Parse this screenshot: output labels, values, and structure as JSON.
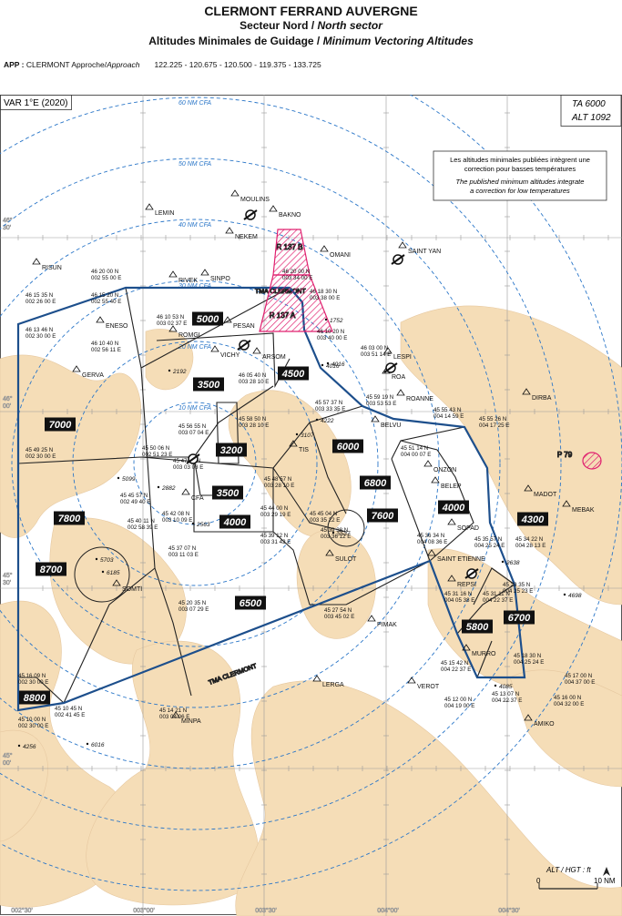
{
  "header": {
    "airport": "CLERMONT FERRAND AUVERGNE",
    "sector_fr": "Secteur Nord /",
    "sector_en": "North sector",
    "title_fr": "Altitudes Minimales de Guidage /",
    "title_en": "Minimum Vectoring Altitudes"
  },
  "app": {
    "label": "APP :",
    "name": "CLERMONT Approche/",
    "name_en": "Approach",
    "frequencies": "122.225 - 120.675 - 120.500 - 119.375 - 133.725"
  },
  "var": "VAR 1°E (2020)",
  "ta": "TA  6000",
  "alt": "ALT 1092",
  "note": {
    "fr1": "Les altitudes minimales publiées intègrent une",
    "fr2": "correction pour basses températures",
    "en1": "The published minimum altitudes integrate",
    "en2": "a correction for low temperatures"
  },
  "rings": [
    "10 NM CFA",
    "20 NM CFA",
    "30 NM CFA",
    "40 NM CFA",
    "50 NM CFA",
    "60 NM CFA"
  ],
  "mva": [
    "5000",
    "4500",
    "3500",
    "7000",
    "6000",
    "3200",
    "6800",
    "3500",
    "4000",
    "7600",
    "4000",
    "4300",
    "7800",
    "8700",
    "6500",
    "5800",
    "6700",
    "8800"
  ],
  "places": [
    "MOULINS",
    "BAKNO",
    "NEKEM",
    "LEMIN",
    "OMANI",
    "SAINT YAN",
    "RISUN",
    "RIVEK",
    "SINPO",
    "ENESO",
    "PESAN",
    "ROMGI",
    "VICHY",
    "ARSOM",
    "GERVA",
    "LESPI",
    "ROA",
    "ROANNE",
    "DIRBA",
    "BELVU",
    "TIS",
    "ONZON",
    "BELEP",
    "CFA",
    "MADOT",
    "MEBAK",
    "SOPAD",
    "SAINT ETIENNE",
    "REPSI",
    "SULOT",
    "SOMTI",
    "PIMAK",
    "MURRO",
    "LERGA",
    "VEROT",
    "MINPA",
    "AMIKO"
  ],
  "zones": [
    "R 137 B",
    "R 137 A",
    "P 79"
  ],
  "tma": "TMA CLERMONT",
  "coords": [
    "46 20 00 N\n002 55 00 E",
    "46 15 35 N\n002 26 00 E",
    "46 15 20 N\n002 55 40 E",
    "46 13 46 N\n002 30 00 E",
    "46 10 40 N\n002 56 11 E",
    "46 10 53 N\n003 02 37 E",
    "46 20 00 N\n003 34 00 E",
    "46 18 30 N\n003 38 00 E",
    "46 10 20 N\n003 40 00 E",
    "46 05 40 N\n003 28 10 E",
    "46 03 00 N\n003 51 14 E",
    "45 59 19 N\n003 53 53 E",
    "45 57 37 N\n003 33 35 E",
    "45 58 50 N\n003 28 10 E",
    "45 56 55 N\n003 07 04 E",
    "45 55 43 N\n004 14 59 E",
    "45 55 26 N\n004 17 25 E",
    "45 49 25 N\n002 30 00 E",
    "45 50 06 N\n002 51 23 E",
    "45 47 05 N\n003 03 03 E",
    "45 51 14 N\n004 00 07 E",
    "45 48 57 N\n003 28 10 E",
    "45 45 57 N\n002 49 40 E",
    "45 42 08 N\n003 10 09 E",
    "45 44 00 N\n003 29 19 E",
    "45 45 04 N\n003 35 22 E",
    "45 40 11 N\n002 58 39 E",
    "45 39 12 N\n003 31 42 E",
    "45 39 38 N\n003 36 12 E",
    "45 37 07 N\n003 11 03 E",
    "45 36 34 N\n004 08 36 E",
    "45 35 57 N\n004 25 24 E",
    "45 34 22 N\n004 28 13 E",
    "45 31 16 N\n004 05 38 E",
    "45 31 11 N\n004 22 37 E",
    "45 29 35 N\n004 25 23 E",
    "45 20 35 N\n003 07 29 E",
    "45 27 54 N\n003 45 02 E",
    "45 16 09 N\n002 30 00 E",
    "45 18 30 N\n004 25 24 E",
    "45 15 42 N\n004 22 37 E",
    "45 17 00 N\n004 37 00 E",
    "45 16 00 N\n004 32 00 E",
    "45 14 21 N\n003 04 06 E",
    "45 10 45 N\n002 41 45 E",
    "45 10 00 N\n002 30 00 E",
    "45 12 00 N\n004 19 00 E",
    "45 13 07 N\n004 22 37 E"
  ],
  "elevations": [
    "1752",
    "4016",
    "4016",
    "4222",
    "3107",
    "2192",
    "5099",
    "2882",
    "2563",
    "5537",
    "5703",
    "6185",
    "2638",
    "4085",
    "4698",
    "4256",
    "6016"
  ],
  "lat_labels": [
    "46°\n30'",
    "46°\n00'",
    "45°\n30'",
    "45°\n00'"
  ],
  "lon_labels": [
    "002°30'",
    "003°00'",
    "003°30'",
    "004°00'",
    "004°30'"
  ],
  "legend": {
    "title": "ALT / HGT : ft",
    "zero": "0",
    "ten": "10 NM"
  },
  "colors": {
    "terrain": "#f5ddb7",
    "ring": "#2a76c8",
    "tma": "#1d4f8c",
    "restricted": "#e0206f"
  }
}
